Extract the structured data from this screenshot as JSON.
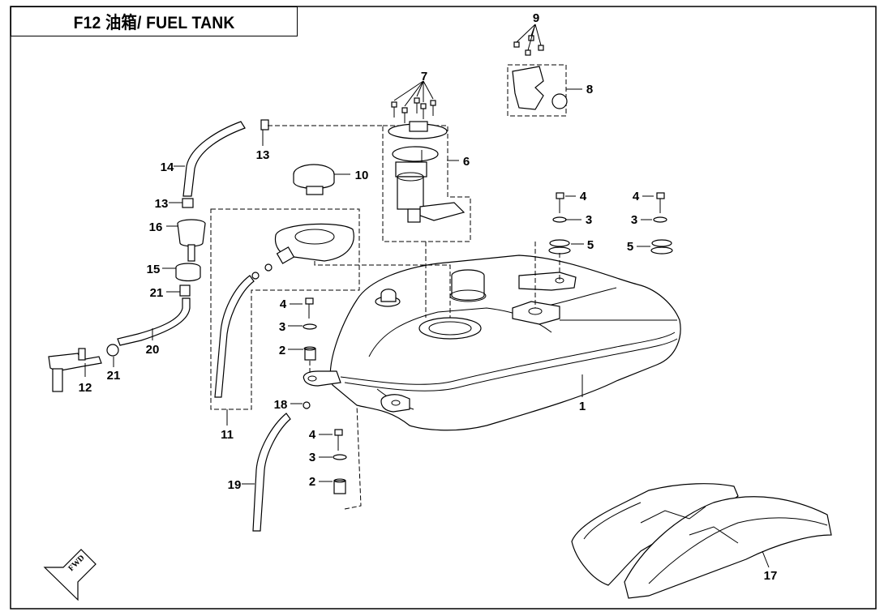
{
  "diagram": {
    "title": "F12 油箱/ FUEL TANK",
    "fwd_label": "FWD",
    "callouts": [
      {
        "id": "c9",
        "text": "9"
      },
      {
        "id": "c8",
        "text": "8"
      },
      {
        "id": "c7",
        "text": "7"
      },
      {
        "id": "c6",
        "text": "6"
      },
      {
        "id": "c13a",
        "text": "13"
      },
      {
        "id": "c14",
        "text": "14"
      },
      {
        "id": "c10",
        "text": "10"
      },
      {
        "id": "c13b",
        "text": "13"
      },
      {
        "id": "c16",
        "text": "16"
      },
      {
        "id": "c15",
        "text": "15"
      },
      {
        "id": "c21a",
        "text": "21"
      },
      {
        "id": "c20",
        "text": "20"
      },
      {
        "id": "c21b",
        "text": "21"
      },
      {
        "id": "c12",
        "text": "12"
      },
      {
        "id": "c11",
        "text": "11"
      },
      {
        "id": "c4a",
        "text": "4"
      },
      {
        "id": "c3a",
        "text": "3"
      },
      {
        "id": "c2a",
        "text": "2"
      },
      {
        "id": "c18",
        "text": "18"
      },
      {
        "id": "c19",
        "text": "19"
      },
      {
        "id": "c4b",
        "text": "4"
      },
      {
        "id": "c3b",
        "text": "3"
      },
      {
        "id": "c2b",
        "text": "2"
      },
      {
        "id": "c4c",
        "text": "4"
      },
      {
        "id": "c3c",
        "text": "3"
      },
      {
        "id": "c5a",
        "text": "5"
      },
      {
        "id": "c4d",
        "text": "4"
      },
      {
        "id": "c3d",
        "text": "3"
      },
      {
        "id": "c5b",
        "text": "5"
      },
      {
        "id": "c1",
        "text": "1"
      },
      {
        "id": "c17",
        "text": "17"
      }
    ]
  }
}
